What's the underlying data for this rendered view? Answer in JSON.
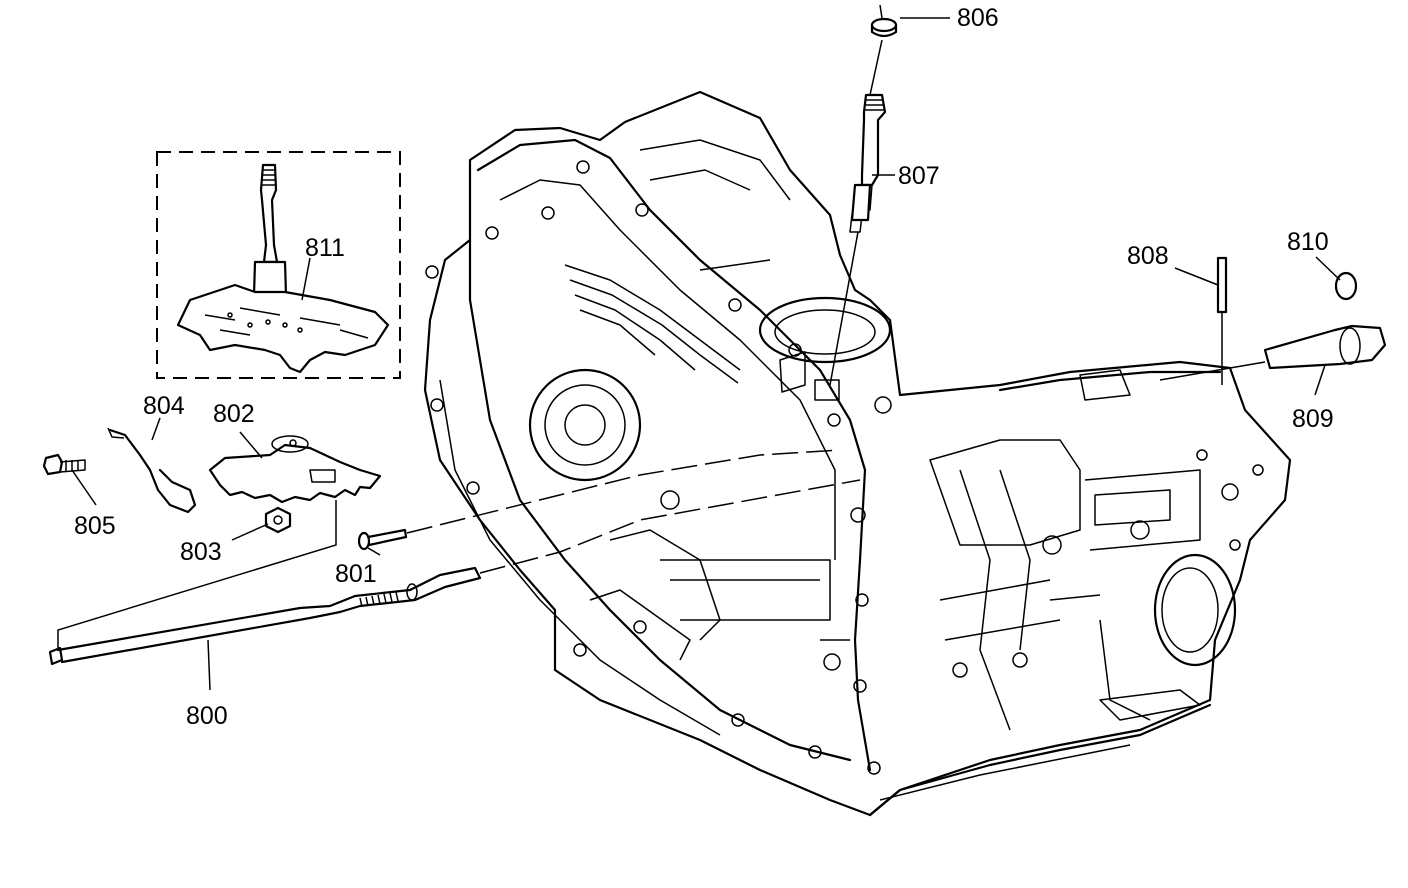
{
  "labels": {
    "p800": "800",
    "p801": "801",
    "p802": "802",
    "p803": "803",
    "p804": "804",
    "p805": "805",
    "p806": "806",
    "p807": "807",
    "p808": "808",
    "p809": "809",
    "p810": "810",
    "p811": "811"
  }
}
